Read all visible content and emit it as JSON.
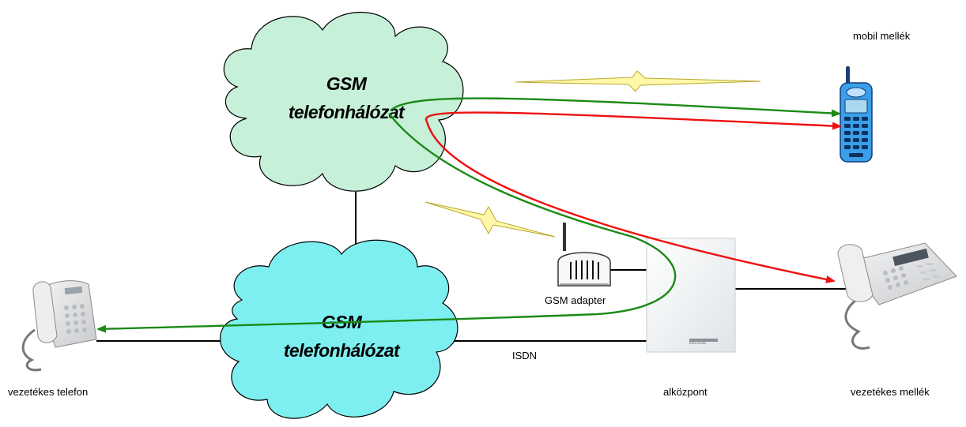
{
  "colors": {
    "background": "#ffffff",
    "cloud_top_fill": "#c6f0d8",
    "cloud_bottom_fill": "#7eeff0",
    "line": "#000000",
    "path_green": "#1a8a16",
    "path_red": "#ee1010",
    "lightning_fill": "#fff8a8",
    "lightning_stroke": "#b8a830",
    "mobile_body": "#3a9fe8",
    "phone_body": "#dcdcdc",
    "pbx_body": "#eef1f3"
  },
  "clouds": {
    "top": {
      "line1": "GSM",
      "line2": "telefonhálózat"
    },
    "bottom": {
      "line1": "GSM",
      "line2": "telefonhálózat"
    }
  },
  "labels": {
    "mobile": "mobil mellék",
    "adapter": "GSM adapter",
    "isdn": "ISDN",
    "pbx": "alközpont",
    "desk_ext": "vezetékes mellék",
    "landline": "vezetékes telefon",
    "pbx_brand": "ERICSSON"
  },
  "icons": {
    "mobile": "mobile-phone-icon",
    "adapter": "gsm-adapter-icon",
    "pbx": "pbx-cabinet-icon",
    "desk_ext": "desk-phone-icon",
    "landline": "landline-phone-icon",
    "lightning": "lightning-icon"
  }
}
